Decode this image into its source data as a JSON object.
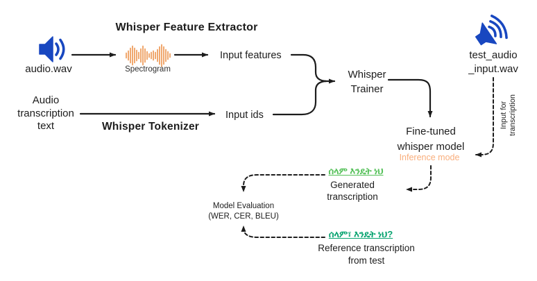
{
  "colors": {
    "speaker_blue": "#1847C0",
    "spectrogram_orange": "#EF9F5F",
    "inference_mode_orange": "#F9AE7C",
    "generated_green": "#56C15A",
    "reference_green": "#09A471",
    "ink": "#1C1C1C"
  },
  "icons": {
    "audio": "speaker-audio-icon",
    "test_audio": "speaker-test-audio-icon",
    "spectrogram": "waveform-spectrogram-icon"
  },
  "training": {
    "feature_extractor_title": "Whisper Feature Extractor",
    "audio_file_label": "audio.wav",
    "spectrogram_label": "Spectrogram",
    "input_features_label": "Input features",
    "transcription_source_label": "Audio\ntranscription\ntext",
    "tokenizer_title": "Whisper Tokenizer",
    "input_ids_label": "Input ids",
    "trainer_label": "Whisper\nTrainer",
    "finetuned_model_label": "Fine-tuned\nwhisper model"
  },
  "inference": {
    "mode_label": "Inference mode",
    "test_audio_file_label": "test_audio\n_input.wav",
    "input_for_transcription_label": "Input for\ntranscription",
    "generated_transcription_text": "ሰላም እንዴት ነህ",
    "generated_transcription_label": "Generated\ntranscription"
  },
  "evaluation": {
    "model_evaluation_label": "Model Evaluation",
    "metrics_label": "(WER, CER, BLEU)",
    "reference_transcription_text": "ሰላም፣ እንዴት ነህ?",
    "reference_transcription_label": "Reference transcription\nfrom test"
  }
}
